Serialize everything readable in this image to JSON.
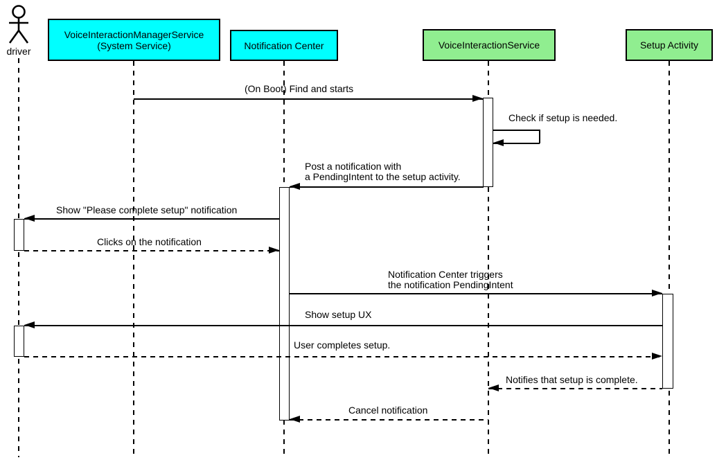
{
  "diagram": {
    "type": "uml-sequence",
    "colors": {
      "system_service_fill": "#00FFFF",
      "app_component_fill": "#90EE90",
      "line": "#000000",
      "background": "#FFFFFF"
    },
    "participants": [
      {
        "id": "driver",
        "label": "driver",
        "kind": "actor"
      },
      {
        "id": "vims",
        "label": "VoiceInteractionManagerService\n(System Service)",
        "kind": "participant",
        "fill": "#00FFFF"
      },
      {
        "id": "nc",
        "label": "Notification Center",
        "kind": "participant",
        "fill": "#00FFFF"
      },
      {
        "id": "vis",
        "label": "VoiceInteractionService",
        "kind": "participant",
        "fill": "#90EE90"
      },
      {
        "id": "sa",
        "label": "Setup Activity",
        "kind": "participant",
        "fill": "#90EE90"
      }
    ],
    "messages": [
      {
        "text": "(On Boot) Find and starts",
        "from": "vims",
        "to": "vis",
        "style": "solid"
      },
      {
        "text": "Check if setup is needed.",
        "from": "vis",
        "to": "vis",
        "style": "solid",
        "self": true
      },
      {
        "text": "Post a notification with\na PendingIntent to the setup activity.",
        "from": "vis",
        "to": "nc",
        "style": "solid"
      },
      {
        "text": "Show \"Please complete setup\" notification",
        "from": "nc",
        "to": "driver",
        "style": "solid"
      },
      {
        "text": "Clicks on the notification",
        "from": "driver",
        "to": "nc",
        "style": "dashed"
      },
      {
        "text": "Notification Center triggers\nthe notification PendingIntent",
        "from": "nc",
        "to": "sa",
        "style": "solid"
      },
      {
        "text": "Show setup UX",
        "from": "sa",
        "to": "driver",
        "style": "solid"
      },
      {
        "text": "User completes setup.",
        "from": "driver",
        "to": "sa",
        "style": "dashed"
      },
      {
        "text": "Notifies that setup is complete.",
        "from": "sa",
        "to": "vis",
        "style": "dashed"
      },
      {
        "text": "Cancel notification",
        "from": "vis",
        "to": "nc",
        "style": "dashed"
      }
    ]
  }
}
